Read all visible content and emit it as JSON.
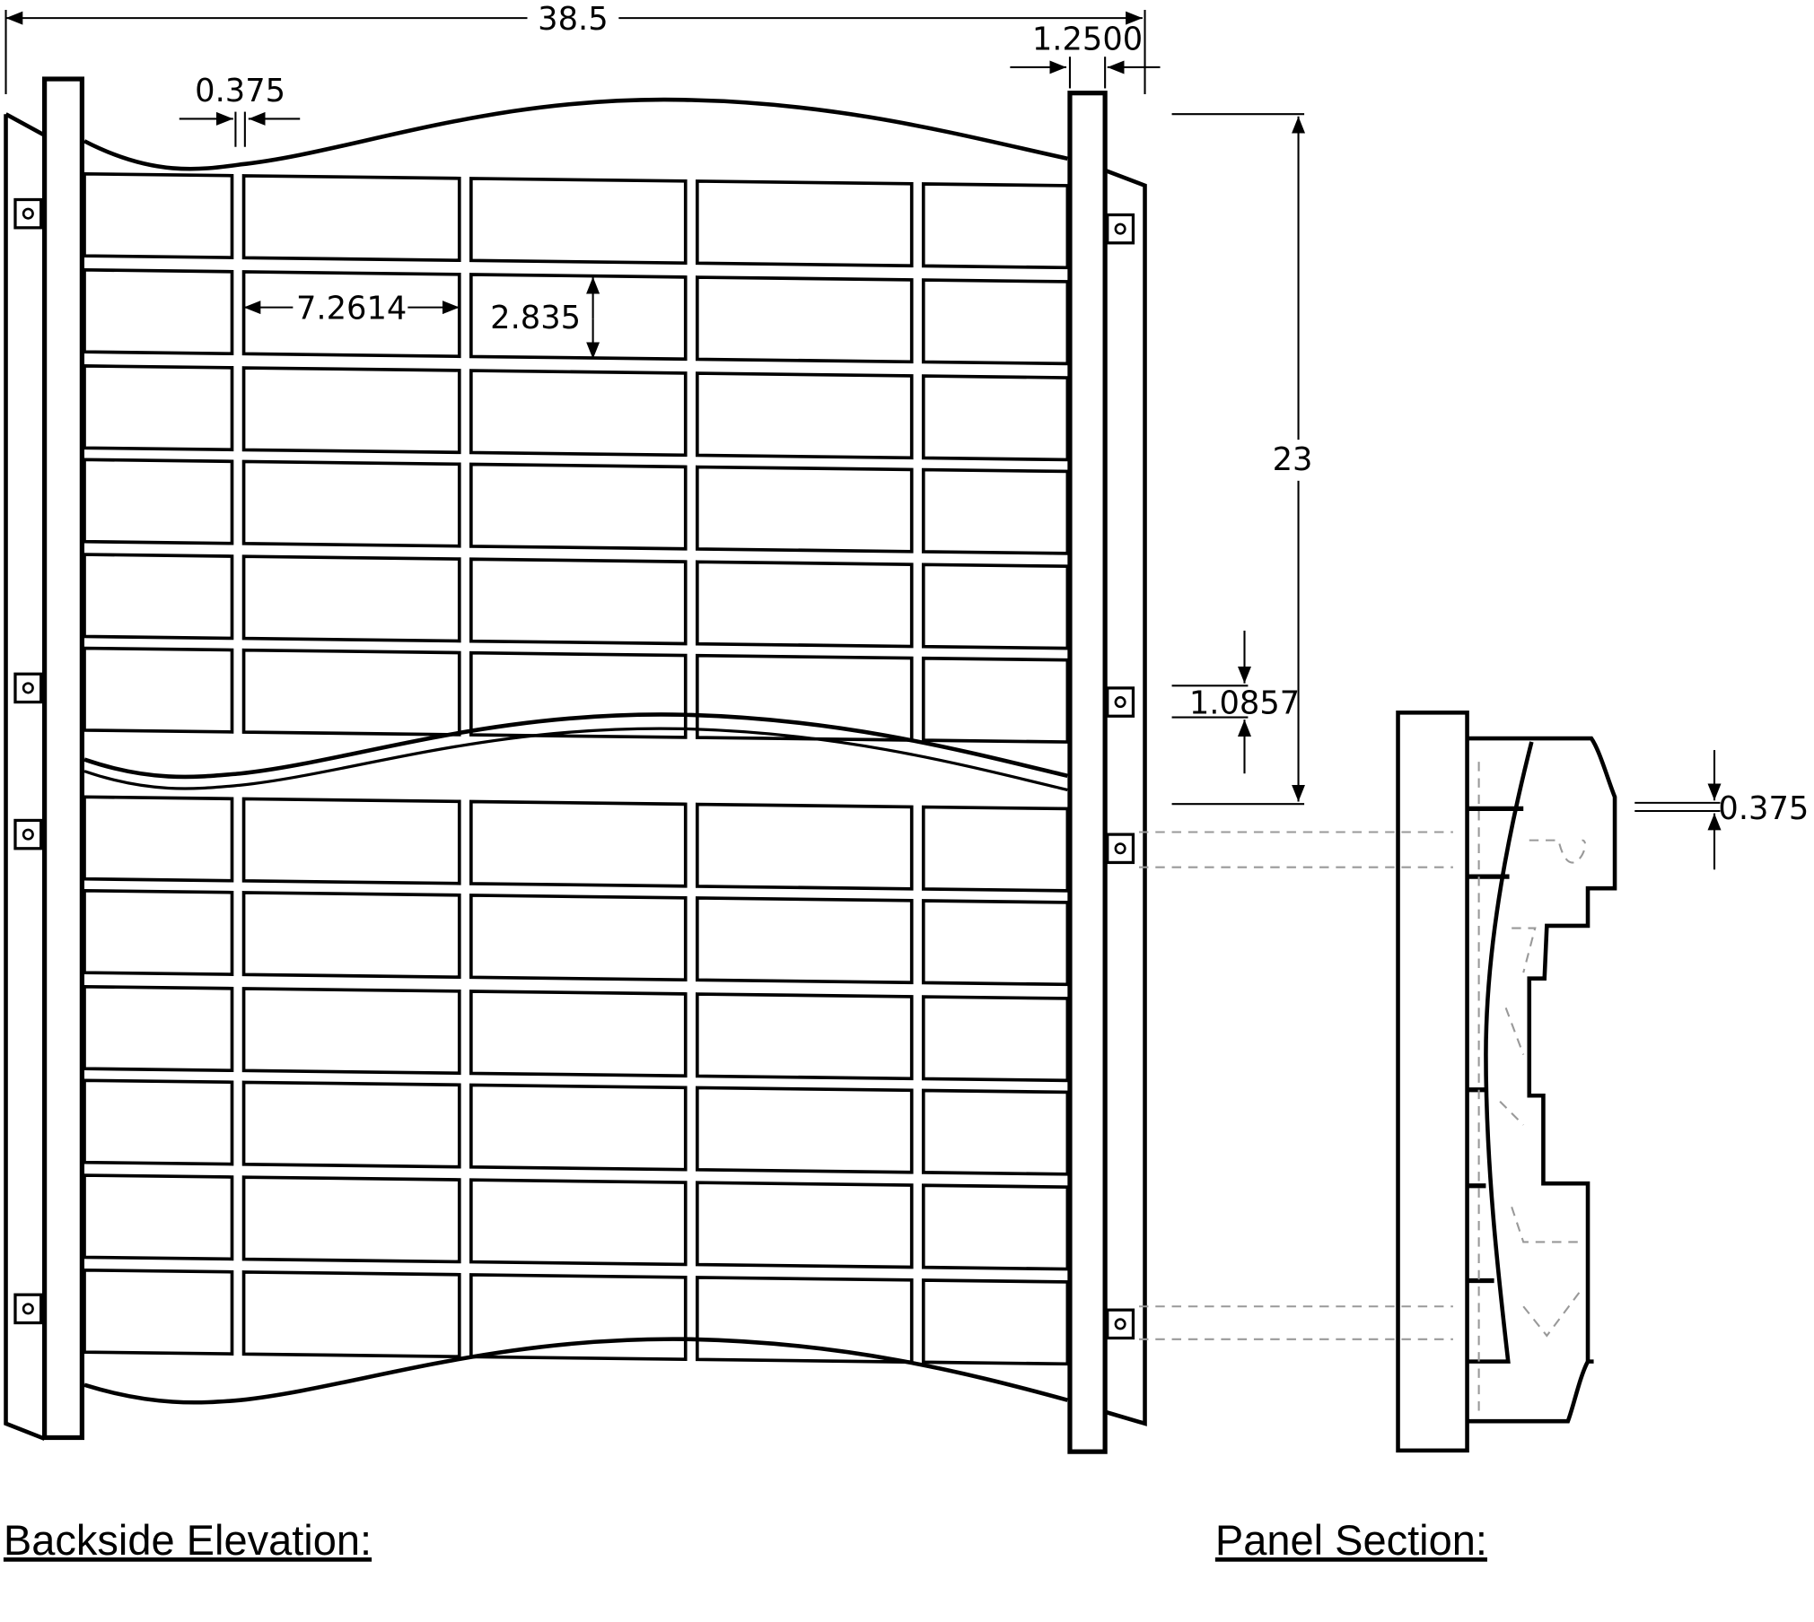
{
  "dimensions": {
    "overall_width": "38.5",
    "post_width": "1.2500",
    "rib_width": "0.375",
    "cell_width": "7.2614",
    "cell_height": "2.835",
    "overall_height": "23",
    "gap": "1.0857",
    "section_gap": "0.375"
  },
  "titles": {
    "elevation": "Backside Elevation:",
    "section": "Panel Section:"
  },
  "colors": {
    "line": "#000000",
    "hidden_line": "#999999"
  }
}
